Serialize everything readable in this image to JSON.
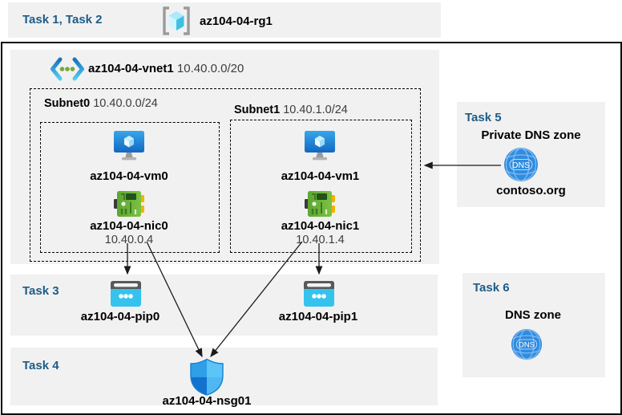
{
  "header": {
    "task": "Task 1, Task 2",
    "rg": "az104-04-rg1"
  },
  "vnet": {
    "name": "az104-04-vnet1",
    "cidr": "10.40.0.0/20"
  },
  "subnets": [
    {
      "name": "Subnet0",
      "cidr": "10.40.0.0/24",
      "vm": "az104-04-vm0",
      "nic": "az104-04-nic0",
      "ip": "10.40.0.4"
    },
    {
      "name": "Subnet1",
      "cidr": "10.40.1.0/24",
      "vm": "az104-04-vm1",
      "nic": "az104-04-nic1",
      "ip": "10.40.1.4"
    }
  ],
  "task3": {
    "label": "Task 3",
    "pips": [
      "az104-04-pip0",
      "az104-04-pip1"
    ]
  },
  "task4": {
    "label": "Task 4",
    "nsg": "az104-04-nsg01"
  },
  "task5": {
    "label": "Task 5",
    "title": "Private DNS zone",
    "zone": "contoso.org",
    "dns_text": "DNS"
  },
  "task6": {
    "label": "Task 6",
    "title": "DNS zone",
    "dns_text": "DNS"
  },
  "colors": {
    "panel_gray": "#F1F1F1",
    "task_heading_blue": "#1E5C87",
    "arrow_black": "#1a1a1a",
    "vm_blue_dark": "#1268C2",
    "vm_blue_light": "#38A6EA",
    "nic_green": "#68B23C",
    "nic_yellow": "#F0B400",
    "pip_cyan": "#35C3EE",
    "pip_gray": "#595959",
    "dns_blue": "#2F8CE0",
    "shield_tl": "#2F9FE8",
    "shield_tr": "#5CC4F7",
    "shield_bl": "#1372CE",
    "shield_br": "#4FB8F2"
  }
}
